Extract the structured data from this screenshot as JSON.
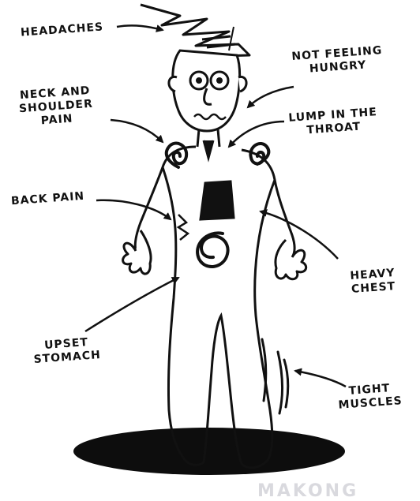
{
  "labels": {
    "headaches": "HEADACHES",
    "neck_line1": "NECK AND",
    "neck_line2": "SHOULDER",
    "neck_line3": "PAIN",
    "not_feeling_line1": "NOT FEELING",
    "not_feeling_line2": "HUNGRY",
    "lump_line1": "LUMP IN THE",
    "lump_line2": "THROAT",
    "back_pain": "BACK PAIN",
    "heavy_line1": "HEAVY",
    "heavy_line2": "CHEST",
    "upset_line1": "UPSET",
    "upset_line2": "STOMACH",
    "tight_line1": "TIGHT",
    "tight_line2": "MUSCLES"
  },
  "watermark": "MAKONG",
  "colors": {
    "ink": "#111111",
    "background": "#ffffff",
    "watermark": "#d9d9de"
  }
}
